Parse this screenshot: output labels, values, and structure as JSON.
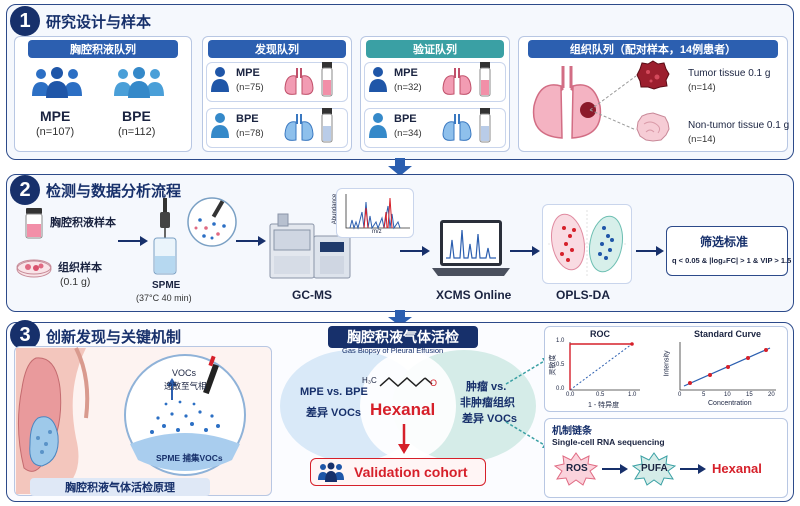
{
  "section1": {
    "number": "1",
    "title": "研究设计与样本",
    "pleural": {
      "header": "胸腔积液队列",
      "mpe_label": "MPE",
      "mpe_n": "(n=107)",
      "bpe_label": "BPE",
      "bpe_n": "(n=112)"
    },
    "discovery": {
      "header": "发现队列",
      "mpe_label": "MPE",
      "mpe_n": "(n=75)",
      "bpe_label": "BPE",
      "bpe_n": "(n=78)"
    },
    "validation": {
      "header": "验证队列",
      "mpe_label": "MPE",
      "mpe_n": "(n=32)",
      "bpe_label": "BPE",
      "bpe_n": "(n=34)"
    },
    "tissue": {
      "header": "组织队列（配对样本，14例患者）",
      "tumor_label": "Tumor tissue",
      "tumor_amount": "0.1 g",
      "tumor_n": "(n=14)",
      "nontumor_label": "Non-tumor tissue",
      "nontumor_amount": "0.1 g",
      "nontumor_n": "(n=14)"
    }
  },
  "section2": {
    "number": "2",
    "title": "检测与数据分析流程",
    "pleural_sample": "胸腔积液样本",
    "tissue_sample": "组织样本",
    "tissue_amount": "(0.1 g)",
    "spme_label": "SPME",
    "spme_cond": "(37°C 40 min)",
    "gcms_label": "GC-MS",
    "ms_ylabel": "Abundance",
    "ms_xlabel": "m/z",
    "xcms_label": "XCMS Online",
    "oplsda_label": "OPLS-DA",
    "criteria_title": "筛选标准",
    "criteria_text": "q < 0.05 & |log₂FC| > 1 & VIP > 1.5"
  },
  "section3": {
    "number": "3",
    "title": "创新发现与关键机制",
    "vocs_release": "VOCs",
    "vocs_release2": "逸散至气相",
    "spme_capture": "SPME 捕集VOCs",
    "principle_caption": "胸腔积液气体活检原理",
    "center_title": "胸腔积液气体活检",
    "center_subtitle": "Gas Biopsy of Pleural Effusion",
    "left_text1": "MPE vs. BPE",
    "left_text2": "差异 VOCs",
    "right_text1": "肿瘤 vs.",
    "right_text2": "非肿瘤组织",
    "right_text3": "差异 VOCs",
    "molecule_formula": "H₃C",
    "hexanal": "Hexanal",
    "validation_cohort": "Validation cohort",
    "roc_title": "ROC",
    "roc_ylabel": "灵敏度",
    "roc_xlabel": "1 - 特异度",
    "roc_ticks_y": [
      "1.0",
      "0.5",
      "0.0"
    ],
    "roc_ticks_x": [
      "0.0",
      "0.5",
      "1.0"
    ],
    "std_title": "Standard Curve",
    "std_ylabel": "Intensity",
    "std_xlabel": "Concentration",
    "std_ticks_x": [
      "0",
      "5",
      "10",
      "15",
      "20"
    ],
    "mech_title": "机制链条",
    "mech_subtitle": "Single-cell RNA sequencing",
    "mech_ros": "ROS",
    "mech_pufa": "PUFA",
    "mech_hexanal": "Hexanal"
  },
  "colors": {
    "navy": "#17306b",
    "blue": "#2c5fb0",
    "lightblue": "#5b9bd5",
    "red": "#d6202a",
    "pink": "#f4a8b8",
    "teal": "#3aa6a6"
  }
}
